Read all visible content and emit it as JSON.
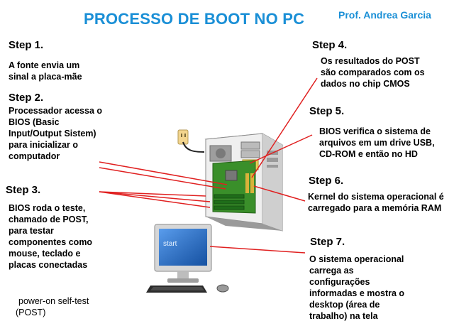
{
  "title": "PROCESSO DE BOOT NO PC",
  "author": "Prof. Andrea Garcia",
  "steps": [
    {
      "label": "Step 1.",
      "text": "A fonte envia um sinal a placa-mãe"
    },
    {
      "label": "Step 2.",
      "text": "Processador acessa o BIOS (Basic Input/Output Sistem) para inicializar o computador"
    },
    {
      "label": "Step 3.",
      "text": "BIOS roda o teste, chamado de POST, para testar componentes como mouse, teclado e placas conectadas"
    },
    {
      "label": "Step 4.",
      "text": "Os resultados do POST são comparados com os dados no chip CMOS"
    },
    {
      "label": "Step 5.",
      "text": "BIOS verifica o sistema de arquivos em um drive USB, CD-ROM e então no HD"
    },
    {
      "label": "Step 6.",
      "text": "Kernel do sistema operacional é carregado para a memória RAM"
    },
    {
      "label": "Step 7.",
      "text": "O sistema operacional carrega as configurações informadas e mostra o desktop (área de trabalho) na tela"
    }
  ],
  "footnote": {
    "line1": "power-on self-test",
    "line2": "(POST)"
  },
  "monitor": {
    "screen_text": "start"
  },
  "colors": {
    "title": "#1a8fd6",
    "arrow": "#e02020",
    "board": "#3a8f2a"
  }
}
